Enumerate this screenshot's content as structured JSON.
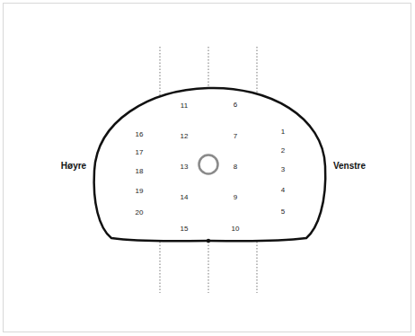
{
  "diagram": {
    "labels": [
      "11",
      "6",
      "16",
      "12",
      "7",
      "1",
      "17",
      "2",
      "Høyre",
      "18",
      "13",
      "8",
      "3",
      "Venstre",
      "19",
      "14",
      "9",
      "4",
      "20",
      "5",
      "15",
      "10"
    ]
  }
}
